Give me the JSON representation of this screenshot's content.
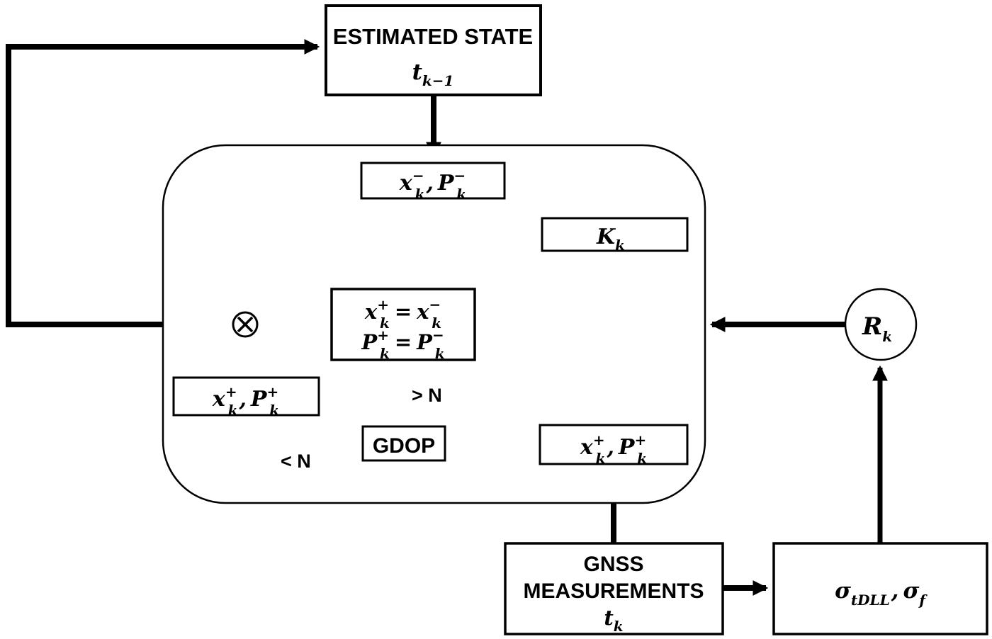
{
  "colors": {
    "background": "#ffffff",
    "ink": "#000000"
  },
  "labels": {
    "estimated_state_title": "ESTIMATED STATE",
    "gnss_line1": "GNSS",
    "gnss_line2": "MEASUREMENTS",
    "gdop": "GDOP",
    "gt_n": "> N",
    "lt_n": "< N",
    "t": "t",
    "t_sub_prev": "k−1",
    "x": "x",
    "P": "P",
    "K": "K",
    "R": "R",
    "sigma": "σ",
    "sigma_sub_tdll": "tDLL",
    "sigma_sub_f": "f",
    "k_sub": "k",
    "plus": "+",
    "minus": "−",
    "comma": ",",
    "equals": "="
  }
}
